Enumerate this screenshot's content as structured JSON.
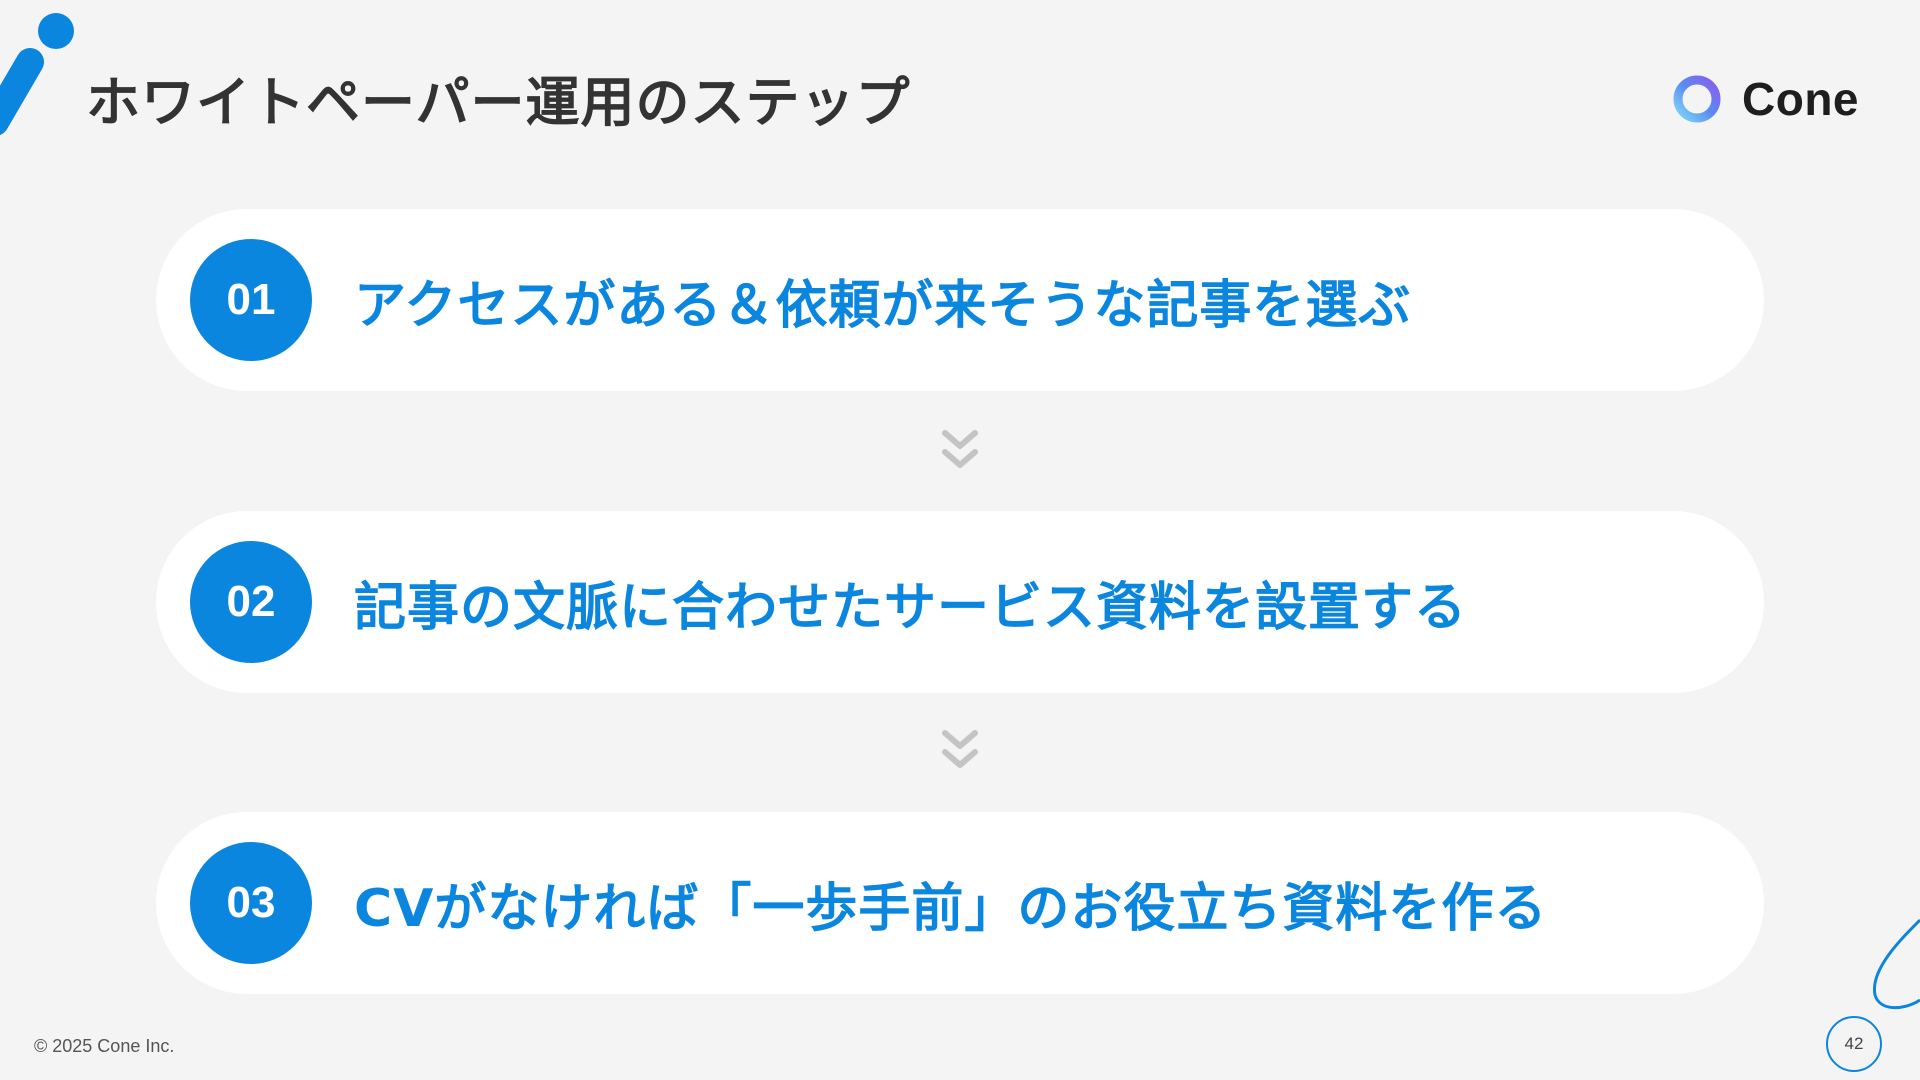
{
  "header": {
    "title": "ホワイトペーパー運用のステップ",
    "logo_text": "Cone"
  },
  "steps": [
    {
      "number": "01",
      "text": "アクセスがある＆依頼が来そうな記事を選ぶ"
    },
    {
      "number": "02",
      "text": "記事の文脈に合わせたサービス資料を設置する"
    },
    {
      "number": "03",
      "text": "CVがなければ「一歩手前」のお役立ち資料を作る"
    }
  ],
  "footer": {
    "copyright": "© 2025 Cone Inc.",
    "page_number": "42"
  },
  "colors": {
    "accent": "#0b86de",
    "background": "#f4f4f4",
    "card": "#ffffff",
    "title": "#333333",
    "chevron": "#c4c4c4"
  },
  "icons": [
    "logo-ring-icon",
    "chevron-double-down-icon",
    "corner-decoration"
  ]
}
